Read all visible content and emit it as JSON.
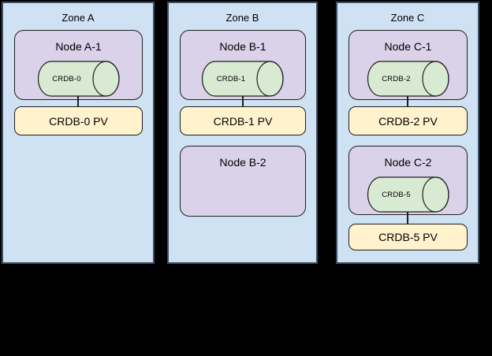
{
  "diagram": {
    "background_color": "#000000",
    "colors": {
      "zone_fill": "#cfe2f3",
      "zone_border": "#3d4f63",
      "node_fill": "#d9d2e9",
      "node_border": "#1f1f1f",
      "db_fill": "#d9ead3",
      "db_border": "#1f1f1f",
      "pv_fill": "#fff2cc",
      "pv_border": "#1f1f1f",
      "text": "#000000"
    },
    "zones": [
      {
        "label": "Zone A",
        "nodes": [
          {
            "label": "Node A-1",
            "db": "CRDB-0",
            "pv": "CRDB-0 PV"
          }
        ]
      },
      {
        "label": "Zone B",
        "nodes": [
          {
            "label": "Node B-1",
            "db": "CRDB-1",
            "pv": "CRDB-1 PV"
          },
          {
            "label": "Node B-2"
          }
        ]
      },
      {
        "label": "Zone C",
        "nodes": [
          {
            "label": "Node C-1",
            "db": "CRDB-2",
            "pv": "CRDB-2 PV"
          },
          {
            "label": "Node C-2",
            "db": "CRDB-5",
            "pv": "CRDB-5 PV"
          }
        ]
      }
    ]
  }
}
